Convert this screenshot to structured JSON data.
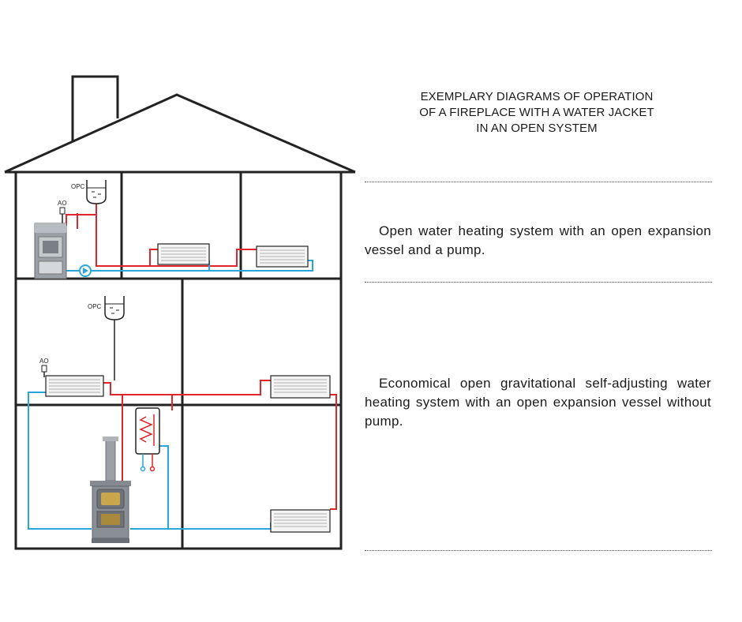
{
  "title_lines": [
    "EXEMPLARY DIAGRAMS OF OPERATION",
    "OF A FIREPLACE WITH A WATER JACKET",
    "IN AN OPEN SYSTEM"
  ],
  "descriptions": [
    "Open water heating system with an open expansion vessel and a pump.",
    "Economical open gravitational self-adjusting water heating system with an open expansion vessel without pump."
  ],
  "labels": {
    "opc": "OPC",
    "ao": "AO"
  },
  "colors": {
    "outline": "#222222",
    "supply": "#e0262b",
    "return": "#2aa7d8",
    "appliance": "#8a8f95",
    "radiator_fill": "#f4f4f4"
  }
}
